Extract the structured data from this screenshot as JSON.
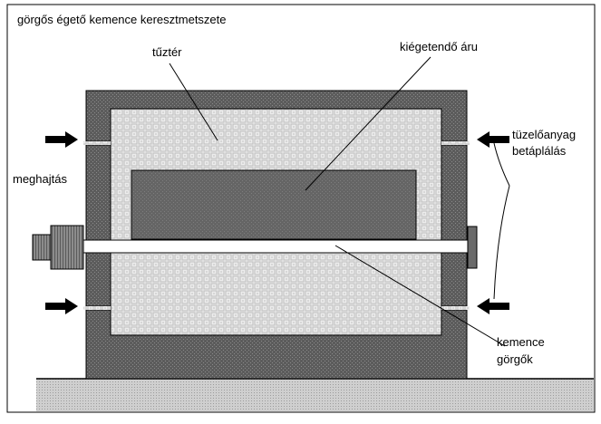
{
  "diagram": {
    "title": "görgős égető kemence keresztmetszete",
    "labels": {
      "firing_space": "tűztér",
      "product": "kiégetendő áru",
      "drive": "meghajtás",
      "fuel_line1": "tüzelőanyag",
      "fuel_line2": "betáplálás",
      "rollers_line1": "kemence",
      "rollers_line2": "görgők"
    },
    "colors": {
      "wall": "#555555",
      "product": "#666666",
      "firing_grid": "#c8c8c8",
      "ground": "#c0c0c0",
      "roller": "#ffffff",
      "outline": "#000000"
    }
  }
}
